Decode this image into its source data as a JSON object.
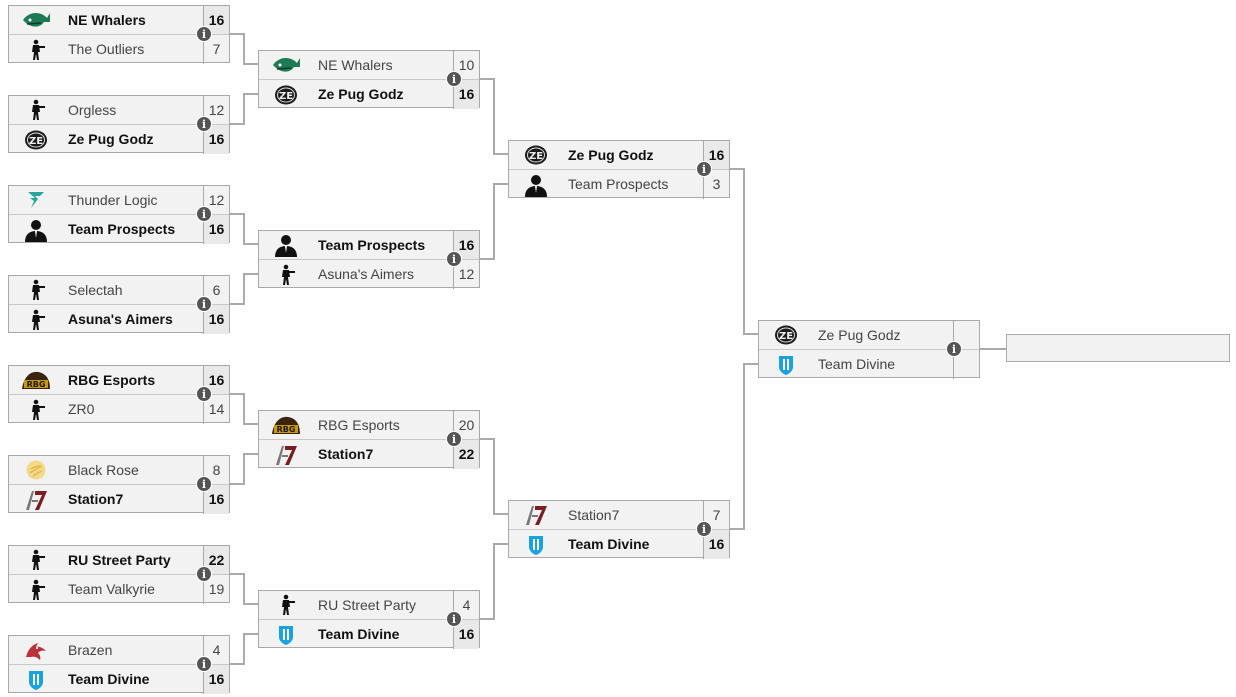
{
  "rounds": [
    [
      {
        "teams": [
          {
            "name": "NE Whalers",
            "score": "16",
            "icon": "whale-logo",
            "win": true
          },
          {
            "name": "The Outliers",
            "score": "7",
            "icon": "soldier-silhouette",
            "win": false
          }
        ]
      },
      {
        "teams": [
          {
            "name": "Orgless",
            "score": "12",
            "icon": "soldier-silhouette",
            "win": false
          },
          {
            "name": "Ze Pug Godz",
            "score": "16",
            "icon": "zepug-logo",
            "win": true
          }
        ]
      },
      {
        "teams": [
          {
            "name": "Thunder Logic",
            "score": "12",
            "icon": "thunder-logo",
            "win": false
          },
          {
            "name": "Team Prospects",
            "score": "16",
            "icon": "suit-silhouette",
            "win": true
          }
        ]
      },
      {
        "teams": [
          {
            "name": "Selectah",
            "score": "6",
            "icon": "soldier-silhouette",
            "win": false
          },
          {
            "name": "Asuna's Aimers",
            "score": "16",
            "icon": "soldier-silhouette",
            "win": true
          }
        ]
      },
      {
        "teams": [
          {
            "name": "RBG Esports",
            "score": "16",
            "icon": "rbg-logo",
            "win": true
          },
          {
            "name": "ZR0",
            "score": "14",
            "icon": "soldier-silhouette",
            "win": false
          }
        ]
      },
      {
        "teams": [
          {
            "name": "Black Rose",
            "score": "8",
            "icon": "rose-logo",
            "win": false
          },
          {
            "name": "Station7",
            "score": "16",
            "icon": "station7-logo",
            "win": true
          }
        ]
      },
      {
        "teams": [
          {
            "name": "RU Street Party",
            "score": "22",
            "icon": "soldier-silhouette",
            "win": true
          },
          {
            "name": "Team Valkyrie",
            "score": "19",
            "icon": "soldier-silhouette",
            "win": false
          }
        ]
      },
      {
        "teams": [
          {
            "name": "Brazen",
            "score": "4",
            "icon": "dragon-logo",
            "win": false
          },
          {
            "name": "Team Divine",
            "score": "16",
            "icon": "divine-shield-logo",
            "win": true
          }
        ]
      }
    ],
    [
      {
        "teams": [
          {
            "name": "NE Whalers",
            "score": "10",
            "icon": "whale-logo",
            "win": false
          },
          {
            "name": "Ze Pug Godz",
            "score": "16",
            "icon": "zepug-logo",
            "win": true
          }
        ]
      },
      {
        "teams": [
          {
            "name": "Team Prospects",
            "score": "16",
            "icon": "suit-silhouette",
            "win": true
          },
          {
            "name": "Asuna's Aimers",
            "score": "12",
            "icon": "soldier-silhouette",
            "win": false
          }
        ]
      },
      {
        "teams": [
          {
            "name": "RBG Esports",
            "score": "20",
            "icon": "rbg-logo",
            "win": false
          },
          {
            "name": "Station7",
            "score": "22",
            "icon": "station7-logo",
            "win": true
          }
        ]
      },
      {
        "teams": [
          {
            "name": "RU Street Party",
            "score": "4",
            "icon": "soldier-silhouette",
            "win": false
          },
          {
            "name": "Team Divine",
            "score": "16",
            "icon": "divine-shield-logo",
            "win": true
          }
        ]
      }
    ],
    [
      {
        "teams": [
          {
            "name": "Ze Pug Godz",
            "score": "16",
            "icon": "zepug-logo",
            "win": true
          },
          {
            "name": "Team Prospects",
            "score": "3",
            "icon": "suit-silhouette",
            "win": false
          }
        ]
      },
      {
        "teams": [
          {
            "name": "Station7",
            "score": "7",
            "icon": "station7-logo",
            "win": false
          },
          {
            "name": "Team Divine",
            "score": "16",
            "icon": "divine-shield-logo",
            "win": true
          }
        ]
      }
    ],
    [
      {
        "teams": [
          {
            "name": "Ze Pug Godz",
            "score": "",
            "icon": "zepug-logo",
            "win": false
          },
          {
            "name": "Team Divine",
            "score": "",
            "icon": "divine-shield-logo",
            "win": false
          }
        ]
      }
    ]
  ],
  "info_symbol": "i",
  "winner_slot": "",
  "colors": {
    "border": "#a9a9a9",
    "connector": "#aaaaaa",
    "info": "#555555",
    "row_bg": "#f2f2f2"
  }
}
